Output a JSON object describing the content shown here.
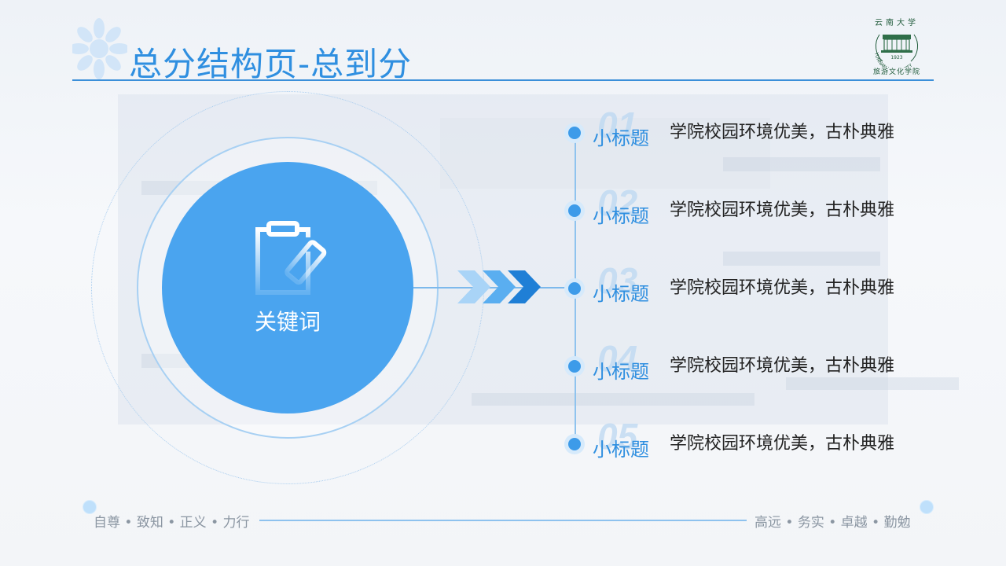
{
  "page": {
    "title": "总分结构页-总到分"
  },
  "logo": {
    "top_text": "云南大学",
    "ring_text": "YUNNAN UNIVERSITY",
    "year": "1923",
    "bottom_text": "旅游文化学院"
  },
  "center": {
    "keyword": "关键词",
    "icon": "clipboard-pencil-icon"
  },
  "items": [
    {
      "num": "01",
      "subtitle": "小标题",
      "desc": "学院校园环境优美，古朴典雅"
    },
    {
      "num": "02",
      "subtitle": "小标题",
      "desc": "学院校园环境优美，古朴典雅"
    },
    {
      "num": "03",
      "subtitle": "小标题",
      "desc": "学院校园环境优美，古朴典雅"
    },
    {
      "num": "04",
      "subtitle": "小标题",
      "desc": "学院校园环境优美，古朴典雅"
    },
    {
      "num": "05",
      "subtitle": "小标题",
      "desc": "学院校园环境优美，古朴典雅"
    }
  ],
  "footer": {
    "left": "自尊 • 致知 • 正义 • 力行",
    "right": "高远 • 务实 • 卓越 • 勤勉"
  },
  "colors": {
    "accent": "#2f8fe0",
    "circle": "#4aa4ef",
    "text": "#222222"
  }
}
